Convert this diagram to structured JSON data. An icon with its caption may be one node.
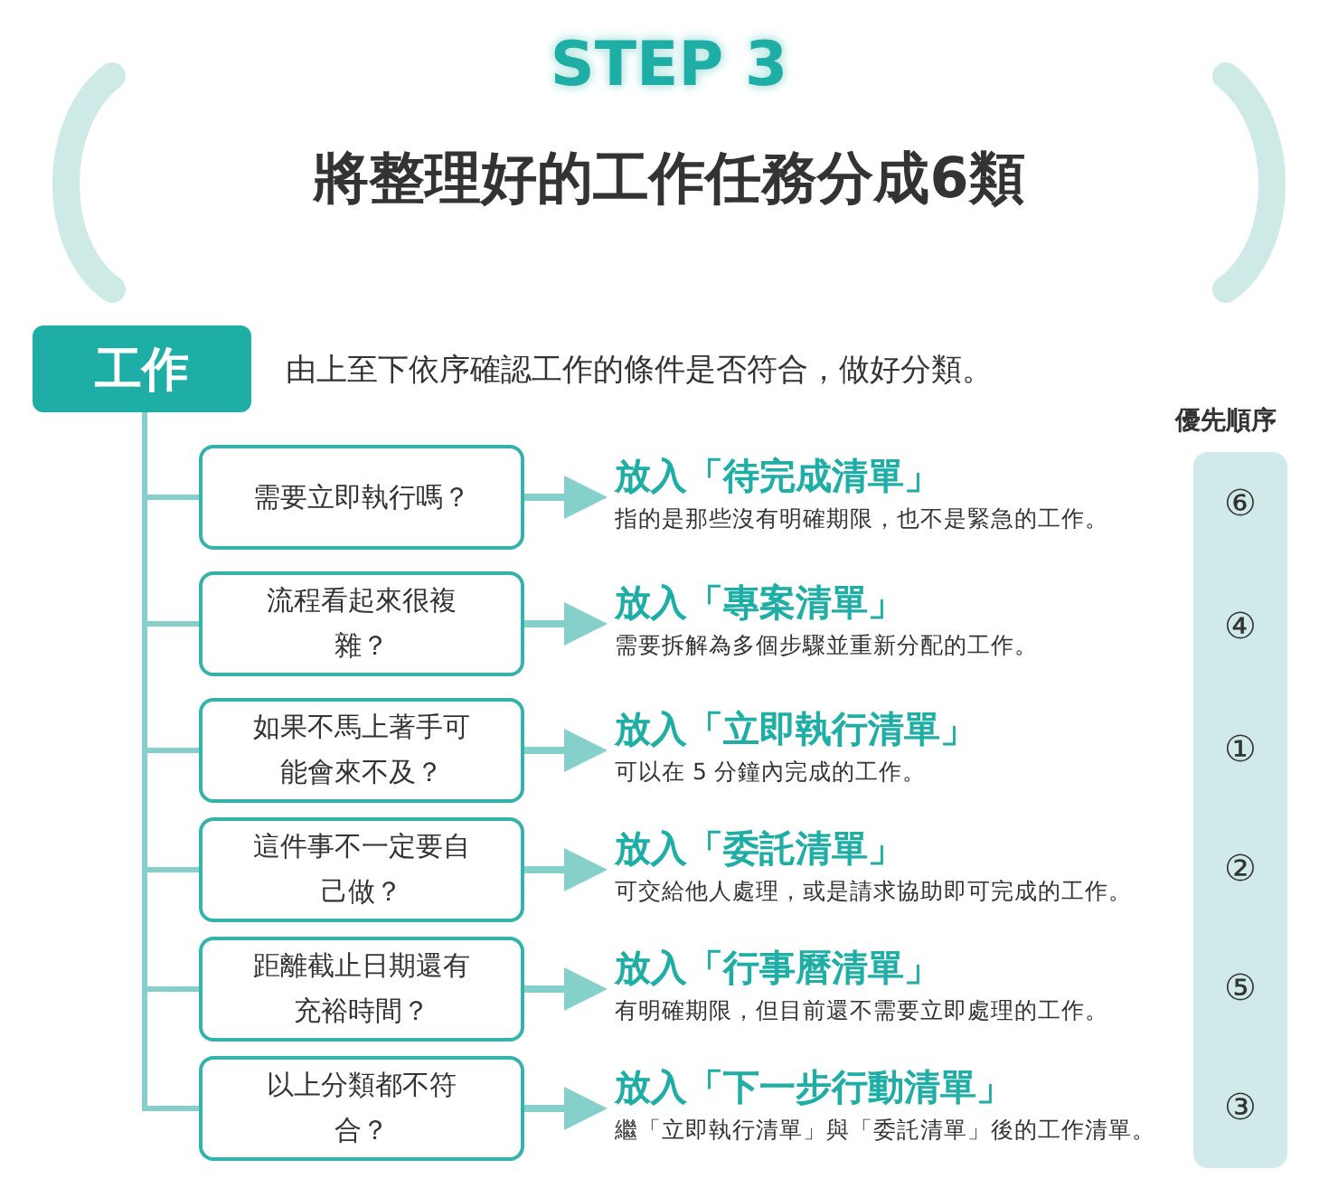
{
  "diagram": {
    "title": "將整理好的工作任務分成6類",
    "nodes": [
      {
        "text": [
          "工作"
        ]
      },
      {
        "text": [
          "需要立即執行嗎？"
        ]
      },
      {
        "text": [
          "流程看起來很複雜？"
        ]
      },
      {
        "text": [
          "如果不馬上著手可能會來不及？"
        ]
      },
      {
        "text": [
          "這件事不一定要自己做？"
        ]
      },
      {
        "text": [
          "距離截止日期還有充裕時間？"
        ]
      },
      {
        "text": [
          "以上分類都不符合？"
        ]
      },
      {
        "text": [
          "放入「待完成清單」",
          "指的是那些沒有明確期限，也不是緊急的工作。"
        ]
      },
      {
        "text": [
          "放入「專案清單」",
          "需要拆解為多個步驟並重新分配的工作。"
        ]
      },
      {
        "text": [
          "放入「立即執行清單」",
          "可以在 5 分鐘內完成的工作。"
        ]
      },
      {
        "text": [
          "放入「委託清單」",
          "可交給他人處理，或是請求協助即可完成的工作。"
        ]
      },
      {
        "text": [
          "放入「行事曆清單」",
          "有明確期限，但目前還不需要立即處理的工作。"
        ]
      },
      {
        "text": [
          "放入「下一步行動清單」",
          "繼「立即執行清單」與「委託清單」後的工作清單。"
        ]
      }
    ],
    "edges": [
      {
        "from": 0,
        "to": 1,
        "arrow": "none"
      },
      {
        "from": 0,
        "to": 2,
        "arrow": "none"
      },
      {
        "from": 0,
        "to": 3,
        "arrow": "none"
      },
      {
        "from": 0,
        "to": 4,
        "arrow": "none"
      },
      {
        "from": 0,
        "to": 5,
        "arrow": "none"
      },
      {
        "from": 0,
        "to": 6,
        "arrow": "none"
      },
      {
        "from": 1,
        "to": 7,
        "arrow": "to"
      },
      {
        "from": 2,
        "to": 8,
        "arrow": "to"
      },
      {
        "from": 3,
        "to": 9,
        "arrow": "to"
      },
      {
        "from": 4,
        "to": 10,
        "arrow": "to"
      },
      {
        "from": 5,
        "to": 11,
        "arrow": "to"
      },
      {
        "from": 6,
        "to": 12,
        "arrow": "to"
      }
    ],
    "labels": [
      "STEP 3",
      "由上至下依序確認工作的條件是否符合，做好分類。",
      "優先順序",
      "⑥",
      "④",
      "①",
      "②",
      "⑤",
      "③"
    ]
  }
}
